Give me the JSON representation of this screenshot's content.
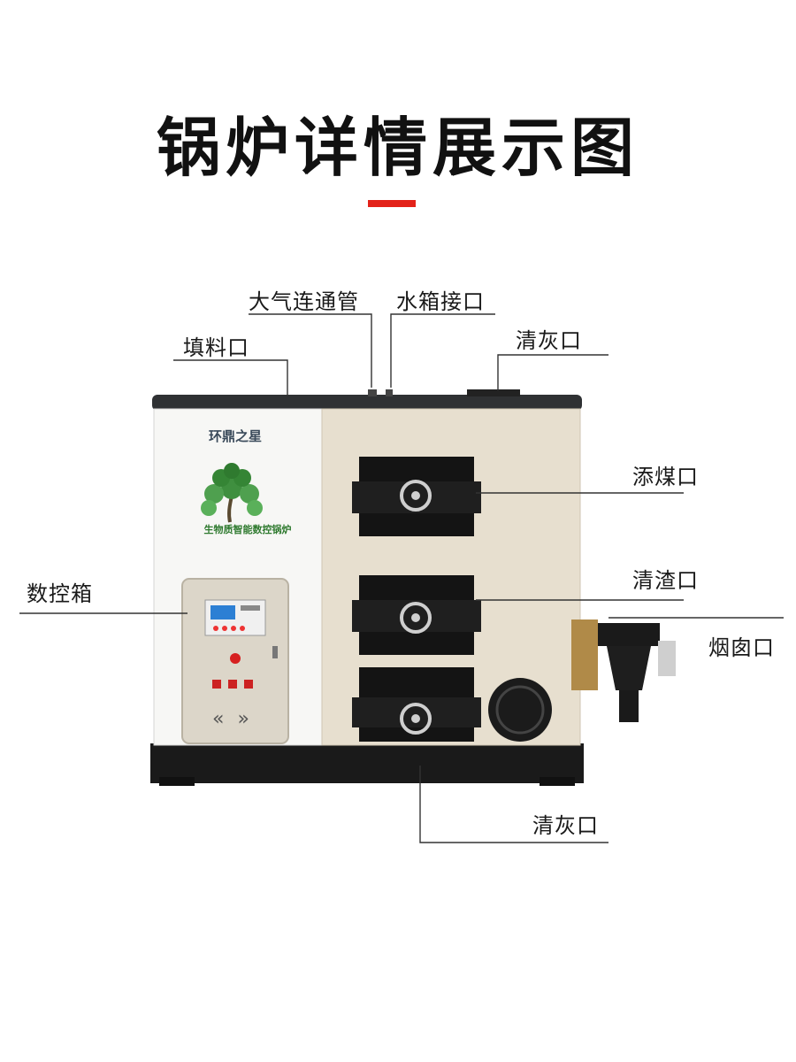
{
  "title": "锅炉详情展示图",
  "colors": {
    "accent": "#e32219",
    "panel": "#e7dfcf",
    "frame": "#2f3133",
    "door": "#141414"
  },
  "labels": {
    "atmos_pipe": "大气连通管",
    "water_port": "水箱接口",
    "fill_port": "填料口",
    "ash_top": "清灰口",
    "coal_port": "添煤口",
    "control_box": "数控箱",
    "slag_port": "清渣口",
    "chimney": "烟囱口",
    "ash_bottom": "清灰口"
  },
  "boiler": {
    "brand": "环鼎之星",
    "slogan": "生物质智能数控锅炉"
  },
  "icons": [
    "tree-logo-icon",
    "handwheel-icon",
    "chevron-icon"
  ]
}
